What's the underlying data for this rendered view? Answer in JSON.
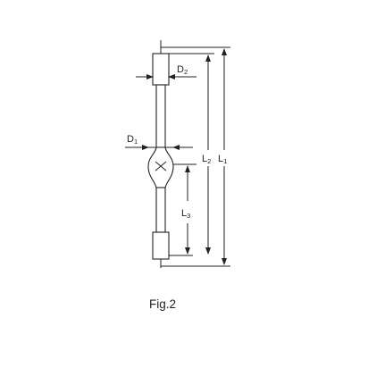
{
  "labels": {
    "d1": {
      "main": "D",
      "sub": "1"
    },
    "d2": {
      "main": "D",
      "sub": "2"
    },
    "l1": {
      "main": "L",
      "sub": "1"
    },
    "l2": {
      "main": "L",
      "sub": "2"
    },
    "l3": {
      "main": "L",
      "sub": "3"
    }
  },
  "caption": "Fig.2"
}
